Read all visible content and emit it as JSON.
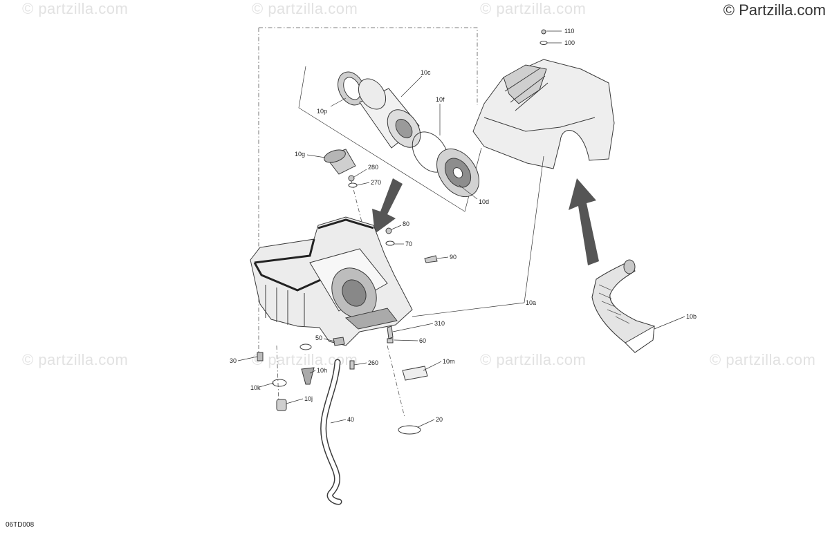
{
  "brand": "© Partzilla.com",
  "watermark_text": "© partzilla.com",
  "diagram_code": "06TD008",
  "callouts": [
    "110",
    "100",
    "10c",
    "10f",
    "10p",
    "10g",
    "280",
    "270",
    "10d",
    "80",
    "70",
    "90",
    "10a",
    "10b",
    "310",
    "60",
    "50",
    "30",
    "10h",
    "260",
    "10m",
    "10k",
    "10j",
    "40",
    "20"
  ],
  "colors": {
    "line": "#333333",
    "part_fill": "#e9e9e9",
    "arrow": "#555555",
    "watermark": "#e2e2e2"
  }
}
